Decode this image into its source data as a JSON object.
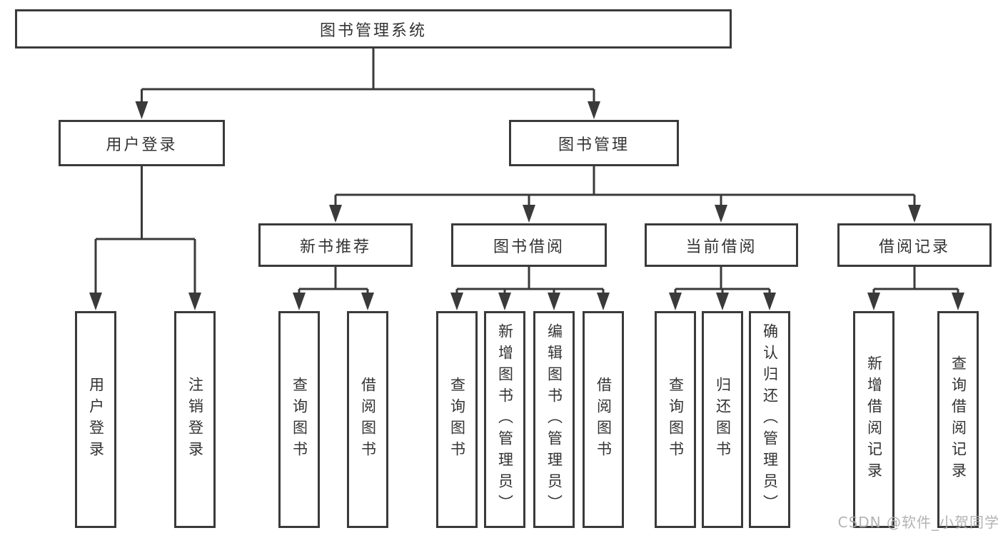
{
  "colors": {
    "line": "#3a3a3a",
    "text": "#333333",
    "background": "#ffffff",
    "watermark": "#ababab"
  },
  "watermark": "CSDN @软件_小贺同学",
  "tree": {
    "root": "图书管理系统",
    "branches": [
      {
        "label": "用户登录",
        "children": [
          "用户登录",
          "注销登录"
        ]
      },
      {
        "label": "图书管理",
        "modules": [
          {
            "label": "新书推荐",
            "children": [
              "查询图书",
              "借阅图书"
            ]
          },
          {
            "label": "图书借阅",
            "children": [
              "查询图书",
              "新增图书（管理员）",
              "编辑图书（管理员）",
              "借阅图书"
            ]
          },
          {
            "label": "当前借阅",
            "children": [
              "查询图书",
              "归还图书",
              "确认归还（管理员）"
            ]
          },
          {
            "label": "借阅记录",
            "children": [
              "新增借阅记录",
              "查询借阅记录"
            ]
          }
        ]
      }
    ]
  }
}
